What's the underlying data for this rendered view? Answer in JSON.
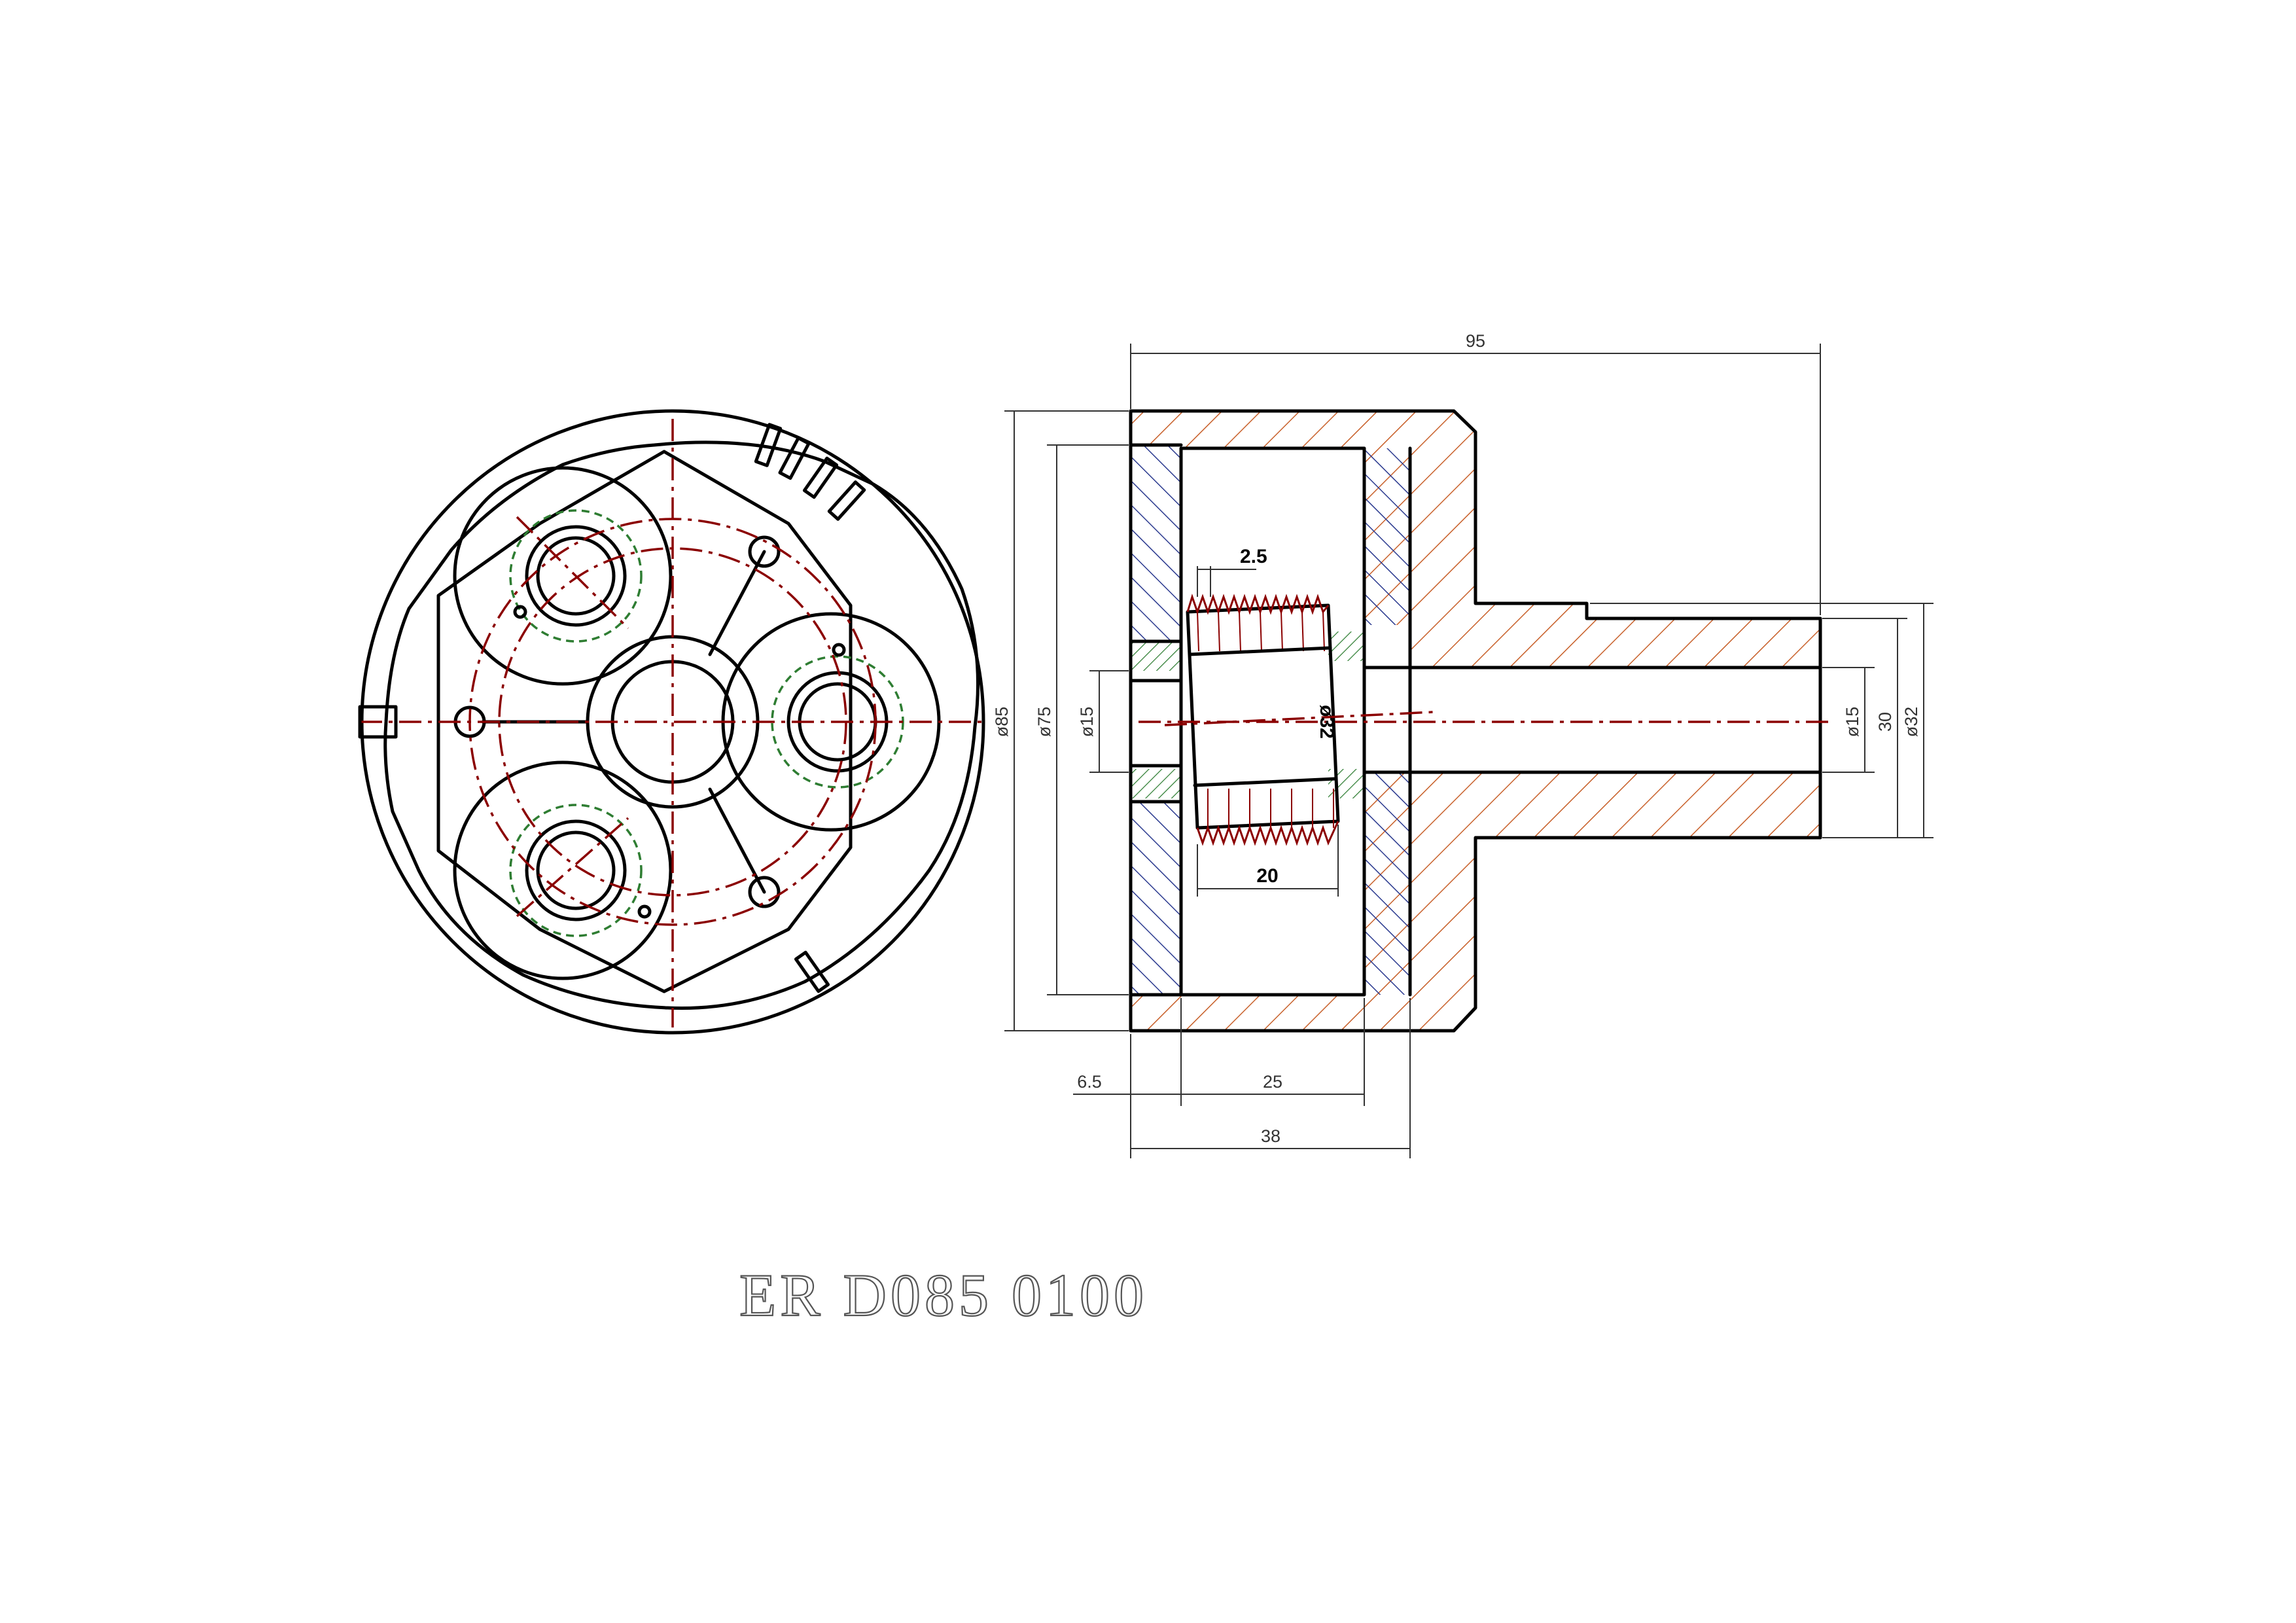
{
  "drawing": {
    "part_number": "ER D085 0100",
    "colors": {
      "outline": "#000000",
      "centerline": "#8b0000",
      "hidden_circle": "#2e7d32",
      "hatch_body": "#c8602a",
      "hatch_insert": "#2b3a8f",
      "hatch_bushing": "#2e7d32",
      "gear_teeth": "#8b0000",
      "dimension": "#333333"
    },
    "dimensions": {
      "overall_length": "95",
      "outer_diameter": "ø85",
      "inner_diameter": "ø75",
      "bore_left": "ø15",
      "gear_pitch": "ø32",
      "tooth_depth": "2.5",
      "gear_width": "20",
      "bore_right": "ø15",
      "shaft_step": "30",
      "shaft_diameter": "ø32",
      "insert_thickness": "6.5",
      "cavity_width": "25",
      "body_length": "38"
    }
  }
}
